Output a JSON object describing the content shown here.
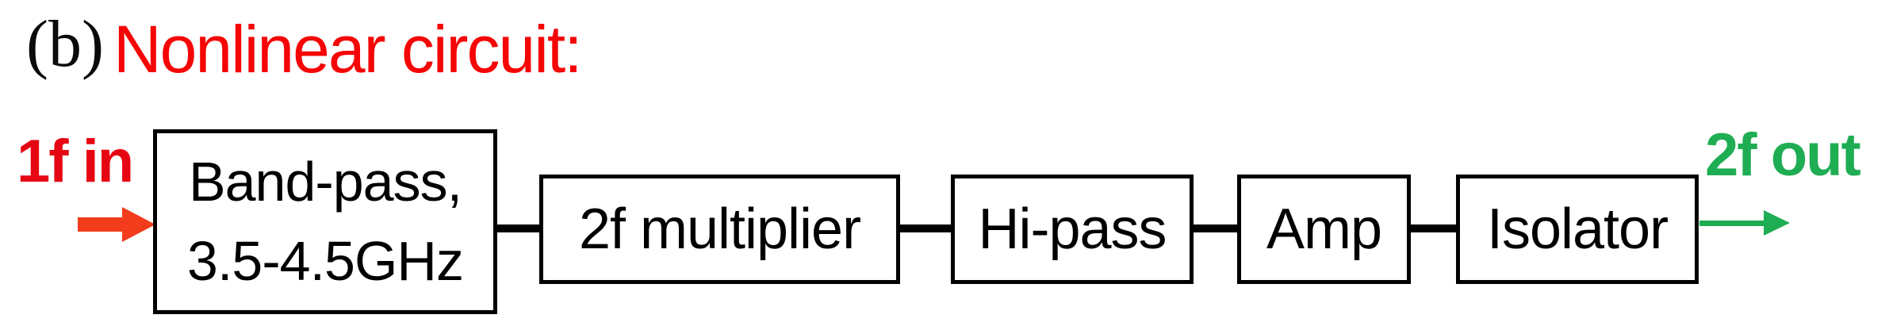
{
  "header": {
    "index": "(b)",
    "title": "Nonlinear circuit:"
  },
  "io": {
    "input_label": "1f in",
    "output_label": "2f out"
  },
  "blocks": [
    {
      "id": "band-pass",
      "label": "Band-pass,\n3.5-4.5GHz"
    },
    {
      "id": "2f-multiplier",
      "label": "2f multiplier"
    },
    {
      "id": "hi-pass",
      "label": "Hi-pass"
    },
    {
      "id": "amp",
      "label": "Amp"
    },
    {
      "id": "isolator",
      "label": "Isolator"
    }
  ],
  "icons": {
    "input_arrow": "right-arrow",
    "output_arrow": "right-arrow"
  },
  "colors": {
    "title_red": "#F50505",
    "label_red": "#E60613",
    "arrow_red": "#F23C1C",
    "signal_green": "#1FAD53",
    "line_black": "#000000",
    "background": "#FFFFFF"
  }
}
